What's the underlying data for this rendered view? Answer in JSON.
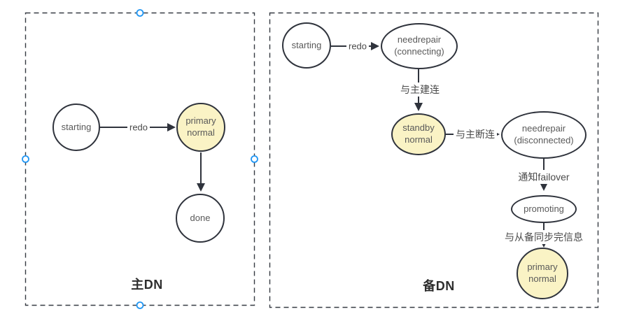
{
  "colors": {
    "canvas_bg": "#ffffff",
    "node_border": "#2f333c",
    "edge_color": "#2f333c",
    "panel_border": "#363a42",
    "node_text": "#595959",
    "edge_label_text": "#4a4a4a",
    "title_text": "#2e2e2e",
    "yellow_state_fill": "#faf3c5",
    "white_state_fill": "#ffffff",
    "selection_handle": "#2196f3"
  },
  "panels": [
    {
      "title": "主DN",
      "selected": true,
      "nodes": [
        {
          "id": "starting",
          "label": "starting",
          "fill": "white"
        },
        {
          "id": "primary-normal",
          "label": "primary\nnormal",
          "fill": "yellow"
        },
        {
          "id": "done",
          "label": "done",
          "fill": "white"
        }
      ],
      "edges": [
        {
          "from": "starting",
          "to": "primary-normal",
          "label": "redo"
        },
        {
          "from": "primary-normal",
          "to": "done",
          "label": ""
        }
      ]
    },
    {
      "title": "备DN",
      "selected": false,
      "nodes": [
        {
          "id": "starting",
          "label": "starting",
          "fill": "white"
        },
        {
          "id": "needrepair-connecting",
          "label": "needrepair\n(connecting)",
          "fill": "white"
        },
        {
          "id": "standby-normal",
          "label": "standby\nnormal",
          "fill": "yellow"
        },
        {
          "id": "needrepair-disconnected",
          "label": "needrepair\n(disconnected)",
          "fill": "white"
        },
        {
          "id": "promoting",
          "label": "promoting",
          "fill": "white"
        },
        {
          "id": "primary-normal",
          "label": "primary\nnormal",
          "fill": "yellow"
        }
      ],
      "edges": [
        {
          "from": "starting",
          "to": "needrepair-connecting",
          "label": "redo"
        },
        {
          "from": "needrepair-connecting",
          "to": "standby-normal",
          "label": "与主建连"
        },
        {
          "from": "standby-normal",
          "to": "needrepair-disconnected",
          "label": "与主断连"
        },
        {
          "from": "needrepair-disconnected",
          "to": "promoting",
          "label": "通知failover"
        },
        {
          "from": "promoting",
          "to": "primary-normal",
          "label": "与从备同步完信息"
        }
      ]
    }
  ],
  "selection": {
    "handles": [
      "top-center",
      "left-middle",
      "right-middle",
      "bottom-center"
    ]
  }
}
